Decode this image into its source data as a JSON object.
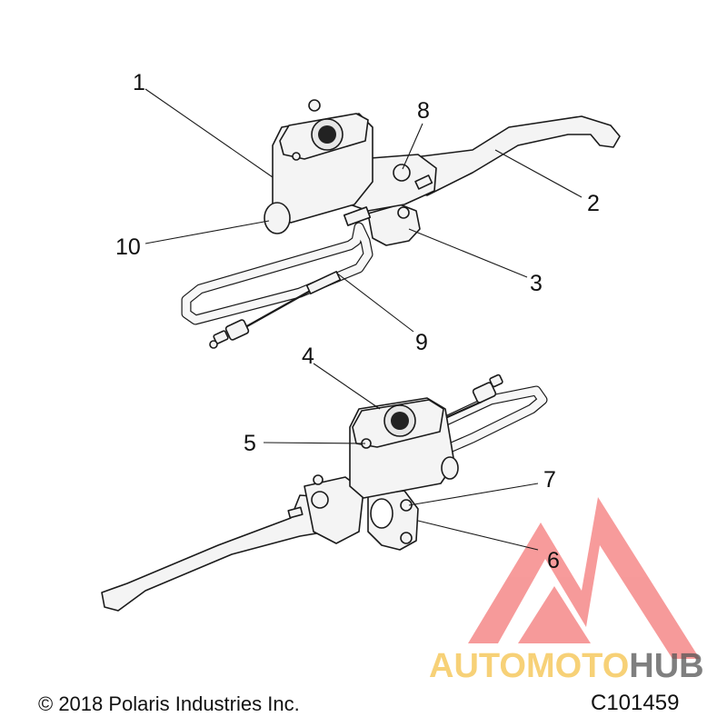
{
  "diagram": {
    "callouts": [
      {
        "id": "1",
        "label": "1"
      },
      {
        "id": "2",
        "label": "2"
      },
      {
        "id": "3",
        "label": "3"
      },
      {
        "id": "4",
        "label": "4"
      },
      {
        "id": "5",
        "label": "5"
      },
      {
        "id": "6",
        "label": "6"
      },
      {
        "id": "7",
        "label": "7"
      },
      {
        "id": "8",
        "label": "8"
      },
      {
        "id": "9",
        "label": "9"
      },
      {
        "id": "10",
        "label": "10"
      }
    ]
  },
  "footer": {
    "copyright": "© 2018 Polaris Industries Inc.",
    "drawing_number": "C101459"
  },
  "watermark": {
    "brand_part1": "AUTOMOTO",
    "brand_part2": "HUB",
    "color_primary": "#f04848",
    "color_secondary": "#f5c24a",
    "color_dark": "#555555"
  }
}
